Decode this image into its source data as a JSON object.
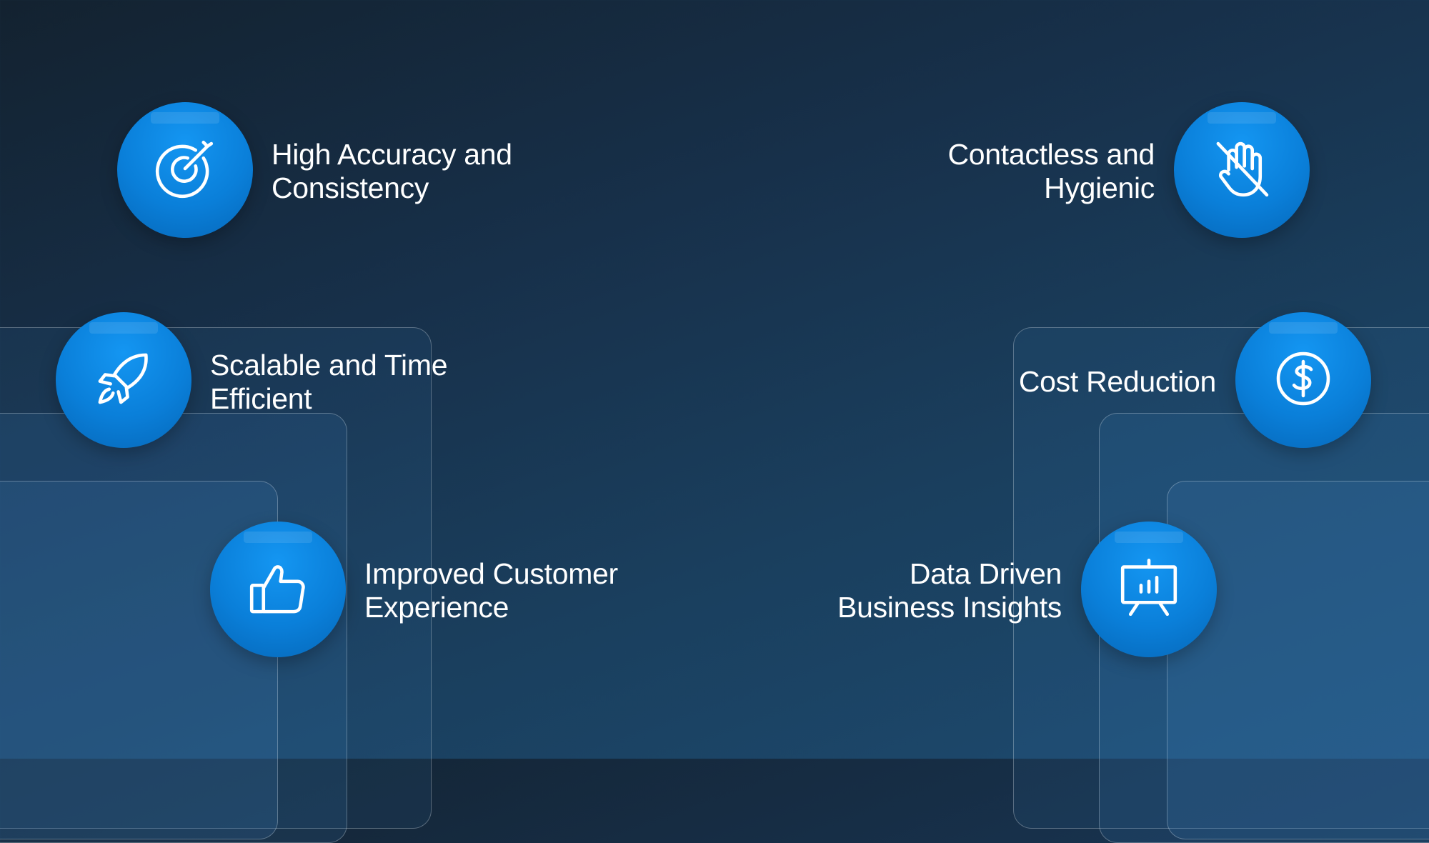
{
  "features": {
    "accuracy": {
      "line1": "High Accuracy and",
      "line2": "Consistency",
      "icon": "target-icon"
    },
    "contactless": {
      "line1": "Contactless and",
      "line2": "Hygienic",
      "icon": "no-touch-hand-icon"
    },
    "scalable": {
      "line1": "Scalable and Time",
      "line2": "Efficient",
      "icon": "rocket-icon"
    },
    "cost": {
      "line1": "Cost Reduction",
      "icon": "dollar-icon"
    },
    "customer": {
      "line1": "Improved Customer",
      "line2": "Experience",
      "icon": "thumbs-up-icon"
    },
    "insights": {
      "line1": "Data Driven",
      "line2": "Business Insights",
      "icon": "presentation-chart-icon"
    }
  },
  "colors": {
    "background_dark": "#132230",
    "background_light": "#1d4b70",
    "circle_accent": "#0a7fd9",
    "text": "#ffffff"
  }
}
